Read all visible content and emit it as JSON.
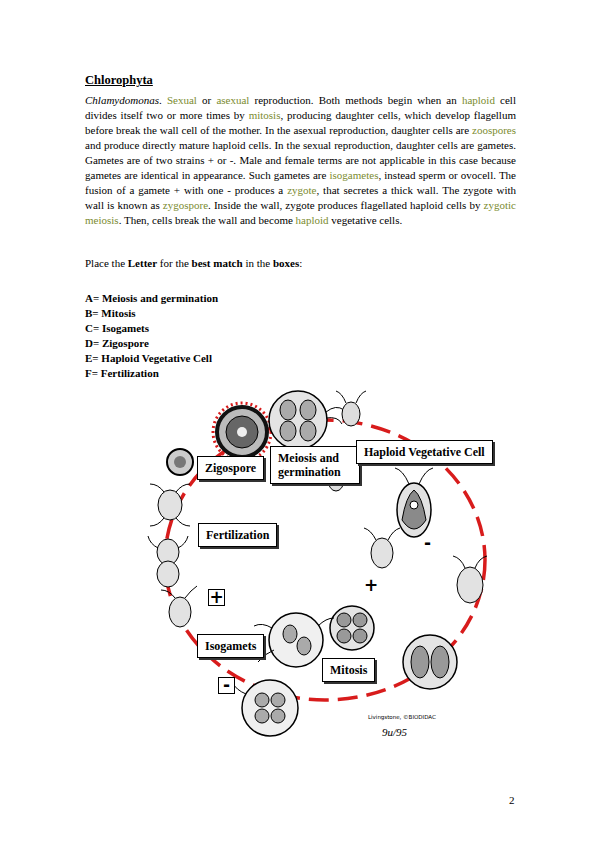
{
  "diagram": {
    "title": "Chlorophyta",
    "nodes": [
      {
        "text": [
          "Zigospore"
        ]
      },
      {
        "text": [
          "Meiosis and germination"
        ]
      },
      {
        "text": [
          "Haploid Vegetative Cell"
        ]
      },
      {
        "text": [
          "Fertilization"
        ]
      },
      {
        "text": [
          "Isogamets"
        ]
      },
      {
        "text": [
          "Mitosis"
        ]
      }
    ],
    "labels": [
      "Chlamydomonas",
      ". ",
      "Sexual",
      " or ",
      "asexual",
      " reproduction.  Both methods begin when an ",
      "haploid",
      " cell divides itself two or more times by ",
      "mitosis",
      ", producing daughter cells, which develop flagellum before break the wall cell of the mother. In the asexual reproduction, daughter cells are ",
      "zoospores",
      " and produce directly mature haploid cells. In the sexual reproduction, daughter cells are gametes. Gametes are of two strains + or -. Male and female terms are not applicable in this case because gametes are identical in appearance. Such gametes are ",
      "isogametes",
      ", instead sperm or ovocell. The fusion of a gamete + with one - produces a ",
      "zygote",
      ", that secretes a thick wall. The zygote with wall is known as ",
      "zygospore",
      ". Inside the wall, zygote produces flagellated haploid cells by ",
      "zygotic meiosis",
      ". Then, cells break the wall and become ",
      "haploid",
      " vegetative cells.",
      "Place the ",
      "Letter",
      " for the ",
      "best match",
      " in the ",
      "boxes",
      ":",
      "A= Meiosis and germination",
      "B= Mitosis",
      "C= Isogamets",
      "D= Zigospore",
      "E= Haploid Vegetative Cell",
      "F= Fertilization",
      "+",
      "-",
      "+",
      "-",
      "Livingstone, ©BIODIDAC",
      "9u/95",
      "2"
    ]
  }
}
